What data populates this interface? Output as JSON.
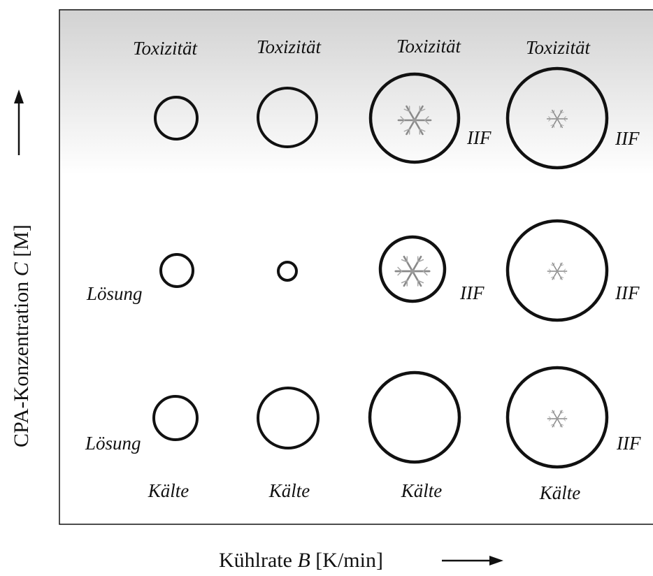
{
  "axes": {
    "y_label_prefix": "CPA-Konzentration ",
    "y_label_var": "C",
    "y_label_unit": " [M]",
    "x_label_prefix": "Kühlrate ",
    "x_label_var": "B",
    "x_label_unit": " [K/min]"
  },
  "labels": {
    "toxicity": "Toxizität",
    "cold": "Kälte",
    "solution": "Lösung",
    "iif": "IIF"
  },
  "colors": {
    "frame": "#111111",
    "shade_top": "#d2d2d2",
    "shade_bottom": "#ffffff",
    "crystal": "#8a8a8a"
  },
  "icons": {
    "crystal": "ice-crystal-icon",
    "arrow_up": "arrow-up-icon",
    "arrow_right": "arrow-right-icon"
  }
}
